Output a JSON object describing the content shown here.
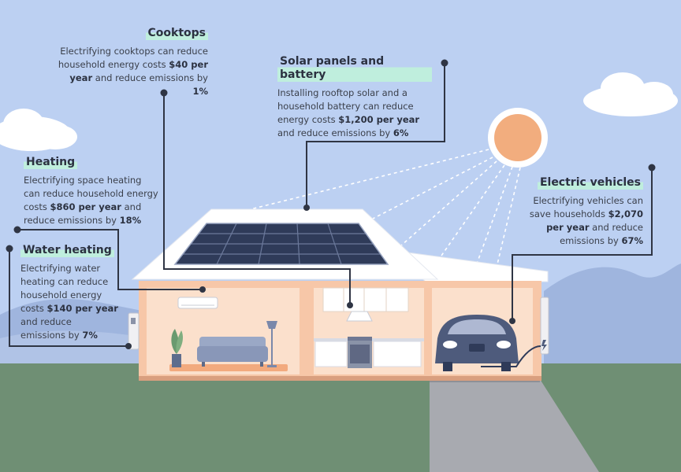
{
  "colors": {
    "sky": "#bcd0f2",
    "grass": "#6f8f74",
    "highlight": "#bfeedd",
    "wall": "#f7c7a8",
    "sun": "#f2ad7e"
  },
  "callouts": {
    "cooktops": {
      "title": "Cooktops",
      "text_1": "Electrifying cooktops can reduce household energy costs ",
      "bold_1": "$40 per year",
      "text_2": " and reduce emissions by ",
      "bold_2": "1%"
    },
    "solar": {
      "title": "Solar panels and battery",
      "text_1": "Installing rooftop solar and a household battery can reduce energy costs ",
      "bold_1": "$1,200 per year",
      "text_2": " and reduce emissions by ",
      "bold_2": "6%"
    },
    "heating": {
      "title": "Heating",
      "text_1": "Electrifying space heating can reduce household energy costs ",
      "bold_1": "$860 per year",
      "text_2": " and reduce emissions by ",
      "bold_2": "18%"
    },
    "water_heating": {
      "title": "Water heating",
      "text_1": "Electrifying water heating can reduce household energy costs ",
      "bold_1": "$140 per year",
      "text_2": " and reduce emissions by ",
      "bold_2": "7%"
    },
    "ev": {
      "title": "Electric vehicles",
      "text_1": "Electrifying vehicles can save households ",
      "bold_1": "$2,070 per year",
      "text_2": " and reduce emissions by ",
      "bold_2": "67%"
    }
  }
}
